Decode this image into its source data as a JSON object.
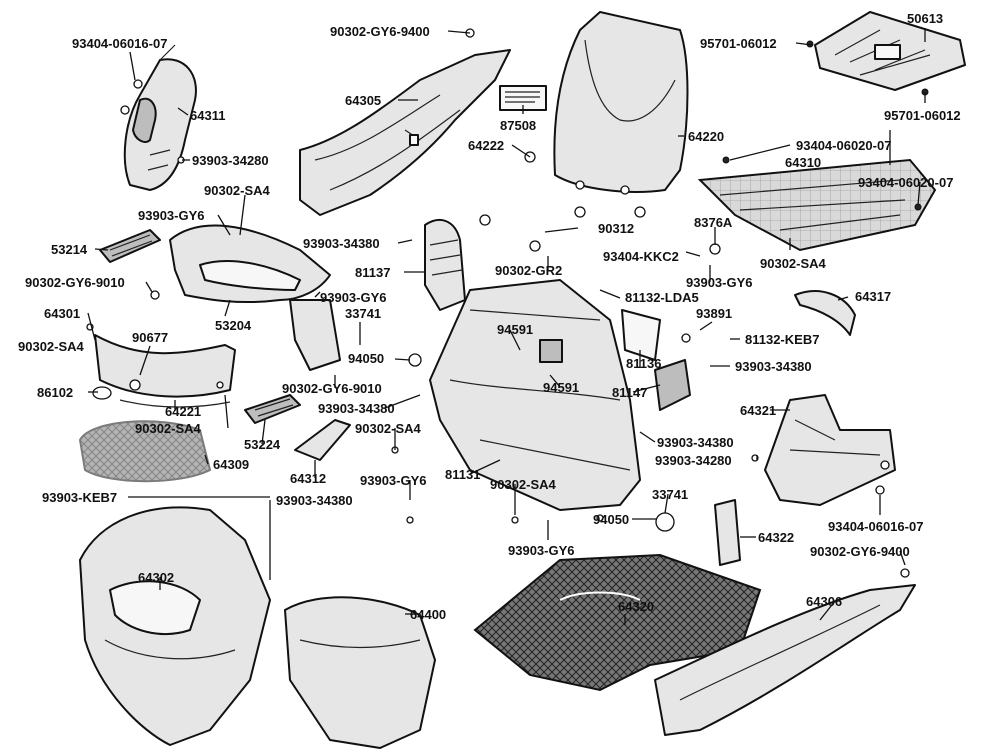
{
  "labels": {
    "p93404_06016_07_top": "93404-06016-07",
    "p64311": "64311",
    "p93903_34280_left": "93903-34280",
    "p90302_gy6_9400_top": "90302-GY6-9400",
    "p64305": "64305",
    "p87508": "87508",
    "p64220": "64220",
    "p64222": "64222",
    "p50613": "50613",
    "p95701_06012_top": "95701-06012",
    "p95701_06012_bottom": "95701-06012",
    "p93404_06020_07_top": "93404-06020-07",
    "p64310": "64310",
    "p93404_06020_07_right": "93404-06020-07",
    "p90302_sa4_left": "90302-SA4",
    "p93903_gy6_left": "93903-GY6",
    "p53214": "53214",
    "p93903_34380_mid": "93903-34380",
    "p81137": "81137",
    "p90312": "90312",
    "p8376a": "8376A",
    "p90302_sa4_right": "90302-SA4",
    "p90302_gr2": "90302-GR2",
    "p93404_kkc2": "93404-KKC2",
    "p90302_gy6_9010_left": "90302-GY6-9010",
    "p93903_gy6_mid": "93903-GY6",
    "p93903_gy6_right": "93903-GY6",
    "p64317": "64317",
    "p64301": "64301",
    "p53204": "53204",
    "p33741_mid": "33741",
    "p81132_lda5": "81132-LDA5",
    "p93891": "93891",
    "p81132_keb7": "81132-KEB7",
    "p90302_sa4_far_left": "90302-SA4",
    "p90677": "90677",
    "p94591_top": "94591",
    "p81136": "81136",
    "p94050_mid": "94050",
    "p93903_34380_right": "93903-34380",
    "p86102": "86102",
    "p90302_gy6_9010_mid": "90302-GY6-9010",
    "p94591_bottom": "94591",
    "p81147": "81147",
    "p64321": "64321",
    "p64221": "64221",
    "p93903_34380_left_mid": "93903-34380",
    "p90302_sa4_bottom_left": "90302-SA4",
    "p53224": "53224",
    "p90302_sa4_center": "90302-SA4",
    "p93903_34380_lower_right": "93903-34380",
    "p64309": "64309",
    "p64312": "64312",
    "p93903_34280_right": "93903-34280",
    "p93903_gy6_lower": "93903-GY6",
    "p81131": "81131",
    "p90302_sa4_lower": "90302-SA4",
    "p33741_lower": "33741",
    "p93903_keb7": "93903-KEB7",
    "p93903_34380_bottom_left": "93903-34380",
    "p94050_lower": "94050",
    "p93404_06016_07_bottom": "93404-06016-07",
    "p93903_gy6_bottom": "93903-GY6",
    "p64322": "64322",
    "p64302": "64302",
    "p90302_gy6_9400_bottom": "90302-GY6-9400",
    "p64400": "64400",
    "p64320": "64320",
    "p64306": "64306"
  }
}
